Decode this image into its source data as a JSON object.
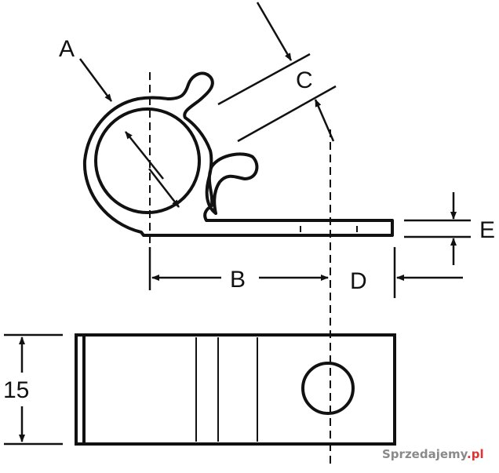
{
  "labels": {
    "a": "A",
    "b": "B",
    "c": "C",
    "d": "D",
    "e": "E",
    "height": "15"
  },
  "watermark": {
    "text": "Sprzedajemy",
    "tld": ".pl"
  },
  "colors": {
    "line": "#111111",
    "background": "#ffffff"
  }
}
